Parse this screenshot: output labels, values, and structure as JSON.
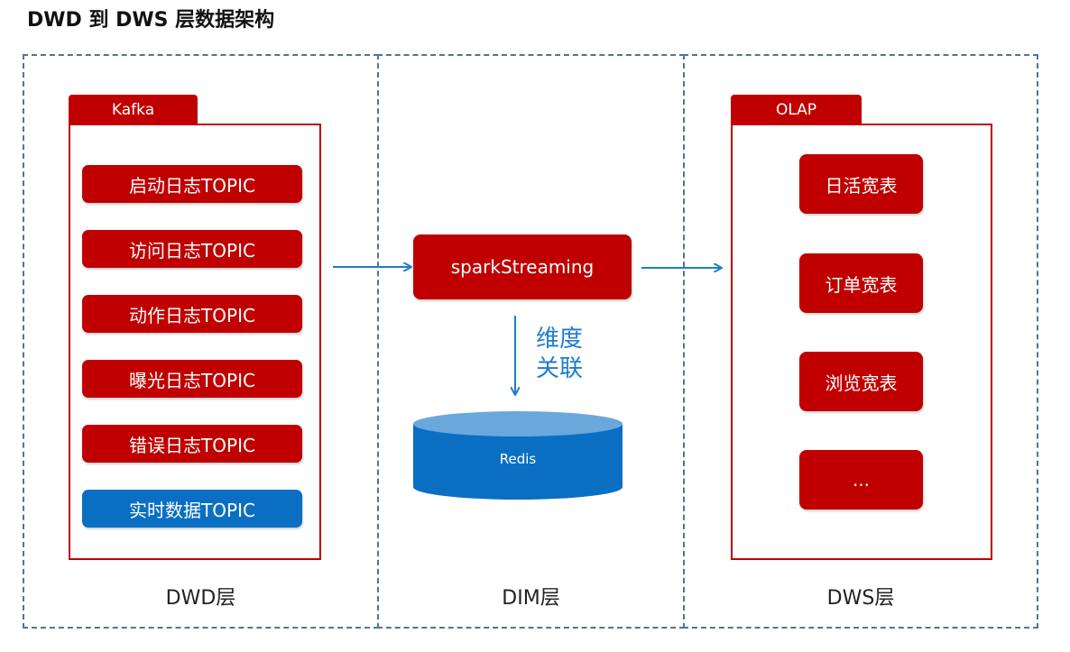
{
  "title": "DWD 到 DWS 层数据架构",
  "dwd": {
    "label": "DWD层",
    "group_tab": "Kafka",
    "topics": [
      "启动日志TOPIC",
      "访问日志TOPIC",
      "动作日志TOPIC",
      "曝光日志TOPIC",
      "错误日志TOPIC",
      "实时数据TOPIC"
    ]
  },
  "dim": {
    "label": "DIM层",
    "processor": "sparkStreaming",
    "relation_label_1": "维度",
    "relation_label_2": "关联",
    "store": "Redis"
  },
  "dws": {
    "label": "DWS层",
    "group_tab": "OLAP",
    "tables": [
      "日活宽表",
      "订单宽表",
      "浏览宽表",
      "..."
    ]
  },
  "colors": {
    "red": "#c00000",
    "blue": "#0a6fc2",
    "arrow": "#1f7bd0",
    "dashed_border": "#4d7796"
  }
}
